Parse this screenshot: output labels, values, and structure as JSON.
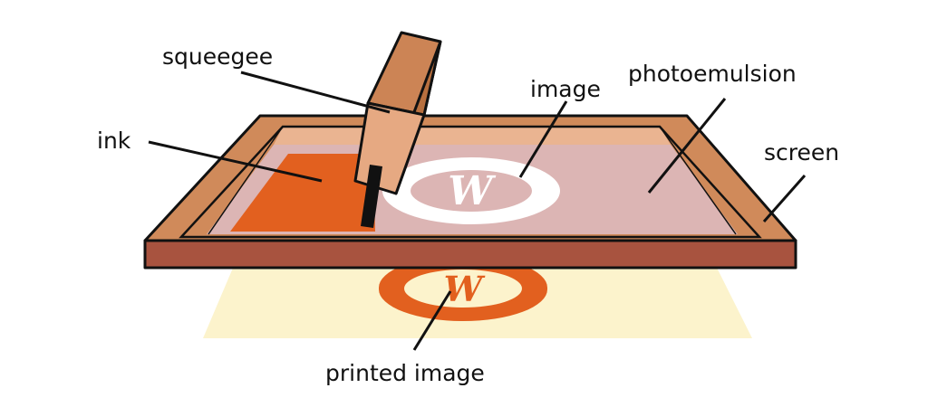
{
  "labels": {
    "squeegee": "squeegee",
    "ink": "ink",
    "image": "image",
    "photoemulsion": "photoemulsion",
    "screen": "screen",
    "printed_image": "printed image"
  },
  "emblem": {
    "letter": "W"
  },
  "colors": {
    "frame_light": "#d08a5a",
    "frame_front": "#a8533f",
    "frame_inner": "#eab491",
    "photoemulsion": "#dcb5b4",
    "ink": "#e2601f",
    "paper": "#fcf3cc",
    "squeegee_front": "#e6a982",
    "squeegee_top": "#cc8455",
    "squeegee_blade": "#111111",
    "stencil_white": "#ffffff",
    "outline": "#111111"
  },
  "icons": {
    "squeegee": "squeegee-icon"
  }
}
